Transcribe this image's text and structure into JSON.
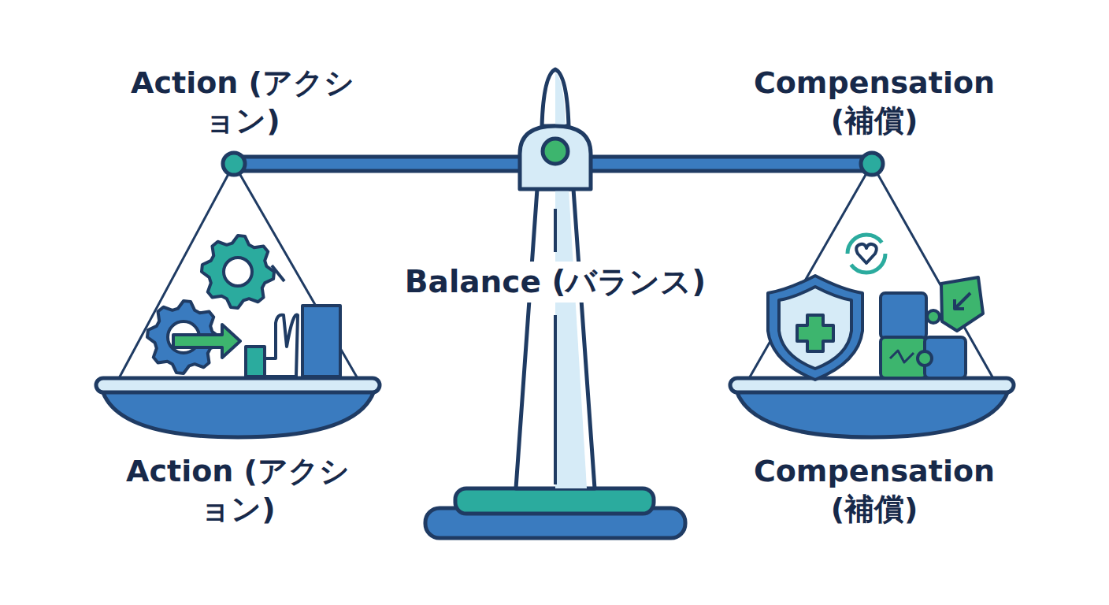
{
  "diagram": {
    "labels": [
      "Action (アクション)",
      "Compensation (補償)",
      "Balance (バランス)",
      "Action (アクション)",
      "Compensation (補償)"
    ]
  }
}
